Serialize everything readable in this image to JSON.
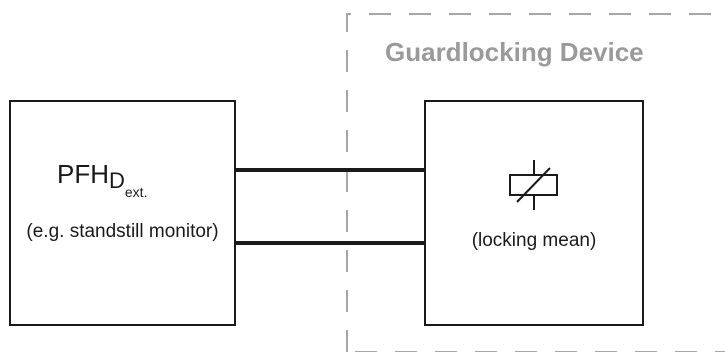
{
  "device_title": "Guardlocking Device",
  "pfh": {
    "main": "PFH",
    "sub": "D",
    "sub2": "ext."
  },
  "monitor_note": "(e.g. standstill monitor)",
  "locking_label": "(locking mean)",
  "icons": [
    "coil-icon"
  ],
  "colors": {
    "line": "#1a1a1a",
    "dash": "#a6a6a6",
    "title": "#9a9a9a"
  }
}
